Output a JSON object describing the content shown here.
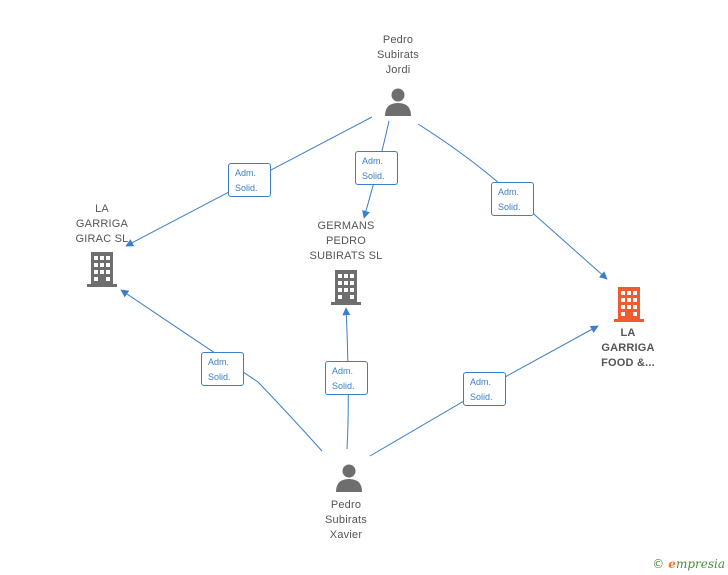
{
  "colors": {
    "edge": "#3a7fc8",
    "person_icon": "#6e6e6e",
    "company_icon": "#6e6e6e",
    "company_highlight": "#f05a30",
    "label": "#555555"
  },
  "nodes": {
    "pedro_jordi": {
      "label": "Pedro\nSubirats\nJordi",
      "icon": "person-icon"
    },
    "pedro_xavier": {
      "label": "Pedro\nSubirats\nXavier",
      "icon": "person-icon"
    },
    "garriga_girac": {
      "label": "LA\nGARRIGA\nGIRAC  SL",
      "icon": "building-icon"
    },
    "germans_pedro": {
      "label": "GERMANS\nPEDRO\nSUBIRATS SL",
      "icon": "building-icon"
    },
    "garriga_food": {
      "label": "LA\nGARRIGA\nFOOD &...",
      "icon": "building-icon"
    }
  },
  "edges": [
    {
      "id": "e1",
      "from": "pedro_jordi",
      "to": "garriga_girac",
      "line1": "Adm.",
      "line2": "Solid."
    },
    {
      "id": "e2",
      "from": "pedro_jordi",
      "to": "germans_pedro",
      "line1": "Adm.",
      "line2": "Solid."
    },
    {
      "id": "e3",
      "from": "pedro_jordi",
      "to": "garriga_food",
      "line1": "Adm.",
      "line2": "Solid."
    },
    {
      "id": "e4",
      "from": "pedro_xavier",
      "to": "garriga_girac",
      "line1": "Adm.",
      "line2": "Solid."
    },
    {
      "id": "e5",
      "from": "pedro_xavier",
      "to": "germans_pedro",
      "line1": "Adm.",
      "line2": "Solid."
    },
    {
      "id": "e6",
      "from": "pedro_xavier",
      "to": "garriga_food",
      "line1": "Adm.",
      "line2": "Solid."
    }
  ],
  "brand": {
    "copyright": "©",
    "e_letter": "e",
    "name": "mpresia"
  }
}
